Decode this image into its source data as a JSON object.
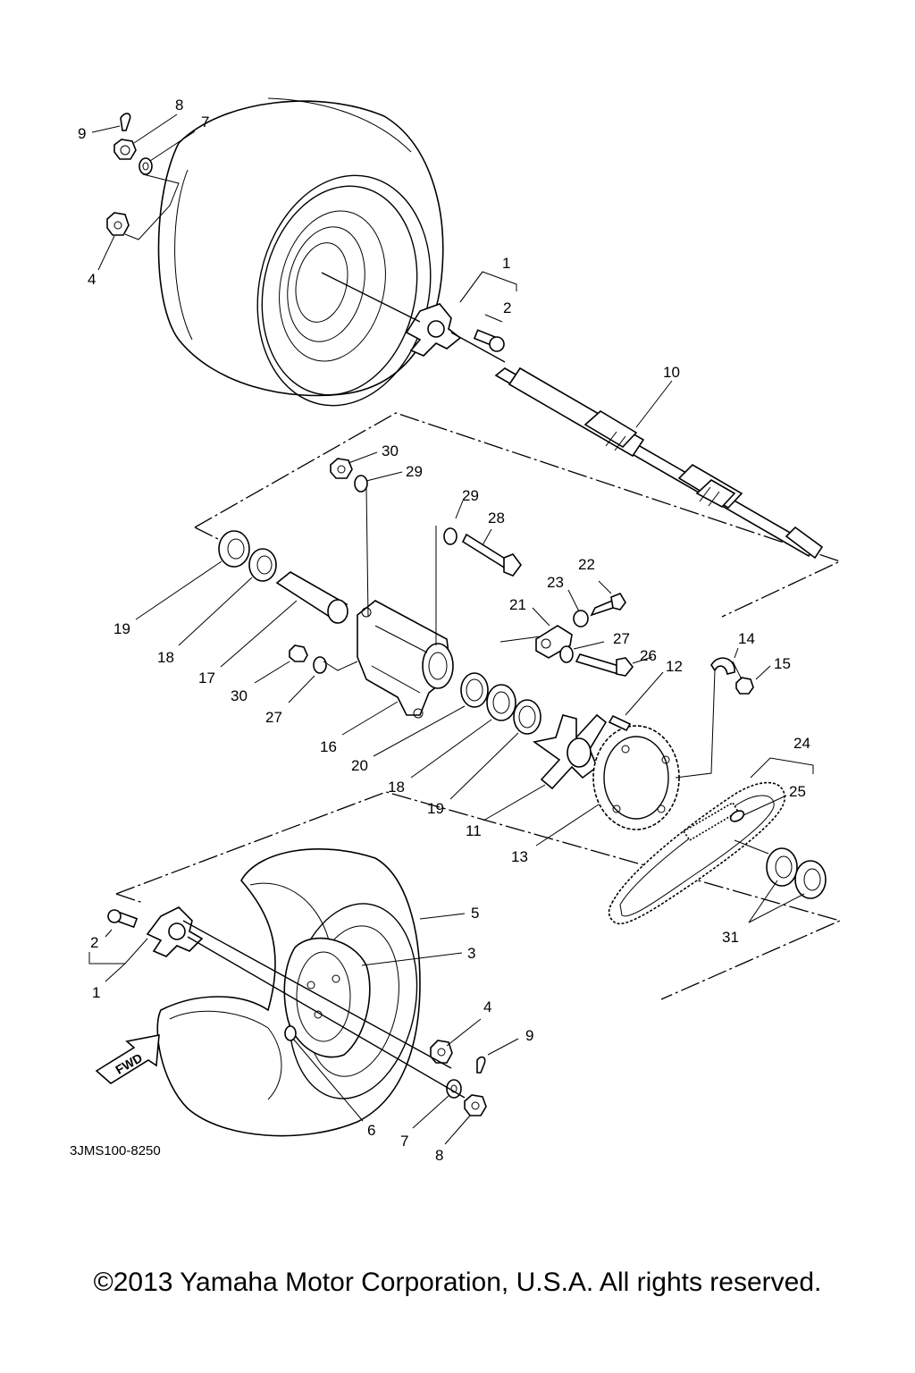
{
  "diagram": {
    "part_code": "3JMS100-8250",
    "fwd_label": "FWD",
    "callouts": {
      "c1_top": "1",
      "c2_top": "2",
      "c4_top": "4",
      "c7_top": "7",
      "c8_top": "8",
      "c9_top": "9",
      "c10": "10",
      "c11": "11",
      "c12": "12",
      "c13": "13",
      "c14": "14",
      "c15": "15",
      "c16": "16",
      "c17": "17",
      "c18_left": "18",
      "c18_right": "18",
      "c19_left": "19",
      "c19_right": "19",
      "c20": "20",
      "c21": "21",
      "c22": "22",
      "c23": "23",
      "c24": "24",
      "c25": "25",
      "c26": "26",
      "c27_left": "27",
      "c27_right": "27",
      "c28": "28",
      "c29_left": "29",
      "c29_right": "29",
      "c30_left": "30",
      "c30_top": "30",
      "c31": "31",
      "c1_bottom": "1",
      "c2_bottom": "2",
      "c3": "3",
      "c4_bottom": "4",
      "c5": "5",
      "c6": "6",
      "c7_bottom": "7",
      "c8_bottom": "8",
      "c9_bottom": "9"
    }
  },
  "footer": {
    "copyright": "©2013 Yamaha Motor Corporation, U.S.A. All rights reserved."
  }
}
